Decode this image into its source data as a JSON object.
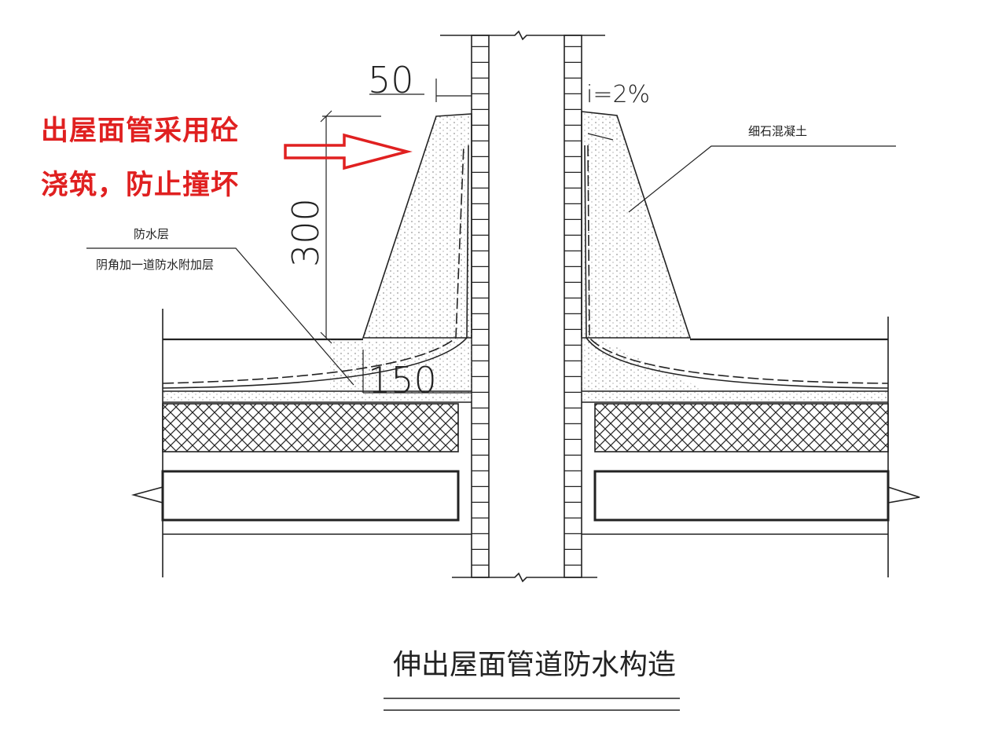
{
  "annotation": {
    "line1": "出屋面管采用砼",
    "line2": "浇筑，防止撞坏",
    "arrow_color": "#e02020"
  },
  "labels": {
    "waterproof_layer": "防水层",
    "corner_extra_layer": "阴角加一道防水附加层",
    "fine_concrete": "细石混凝土",
    "slope": "i=2%"
  },
  "dimensions": {
    "offset": "50",
    "height": "300",
    "extend": "150"
  },
  "title": "伸出屋面管道防水构造"
}
